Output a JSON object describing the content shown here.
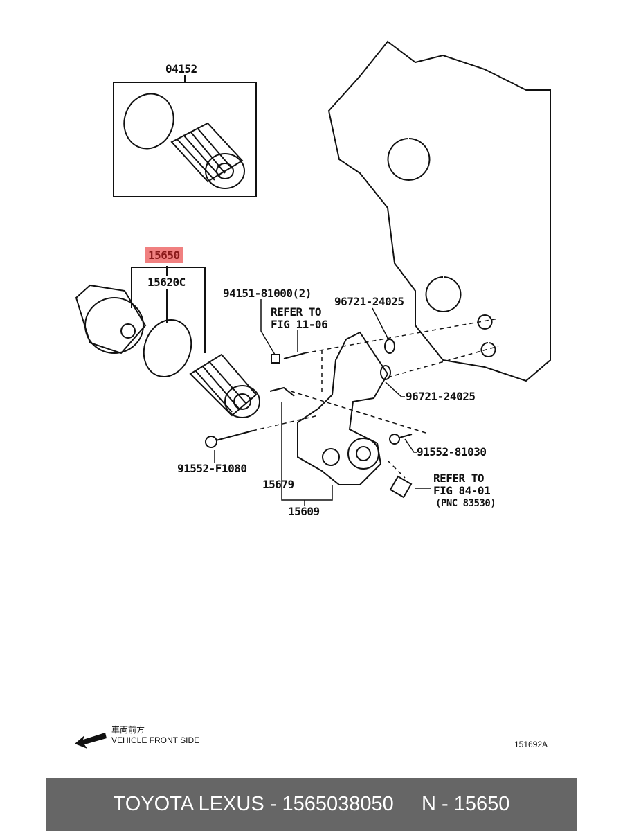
{
  "diagram": {
    "parts": {
      "p04152": "04152",
      "p15650": "15650",
      "p15620c": "15620C",
      "p94151": "94151-81000(2)",
      "refer1_line1": "REFER TO",
      "refer1_line2": "FIG 11-06",
      "p96721a": "96721-24025",
      "p96721b": "96721-24025",
      "p91552_81030": "91552-81030",
      "p91552_f1080": "91552-F1080",
      "p15679": "15679",
      "p15609": "15609",
      "refer2_line1": "REFER TO",
      "refer2_line2": "FIG 84-01",
      "refer2_line3": "(PNC 83530)"
    },
    "highlight_color": "#f08080",
    "direction_jp": "車両前方",
    "direction_en": "VEHICLE FRONT SIDE",
    "figure_id": "151692A"
  },
  "banner": {
    "brand": "TOYOTA LEXUS - 1565038050",
    "pnc": "N - 15650"
  }
}
